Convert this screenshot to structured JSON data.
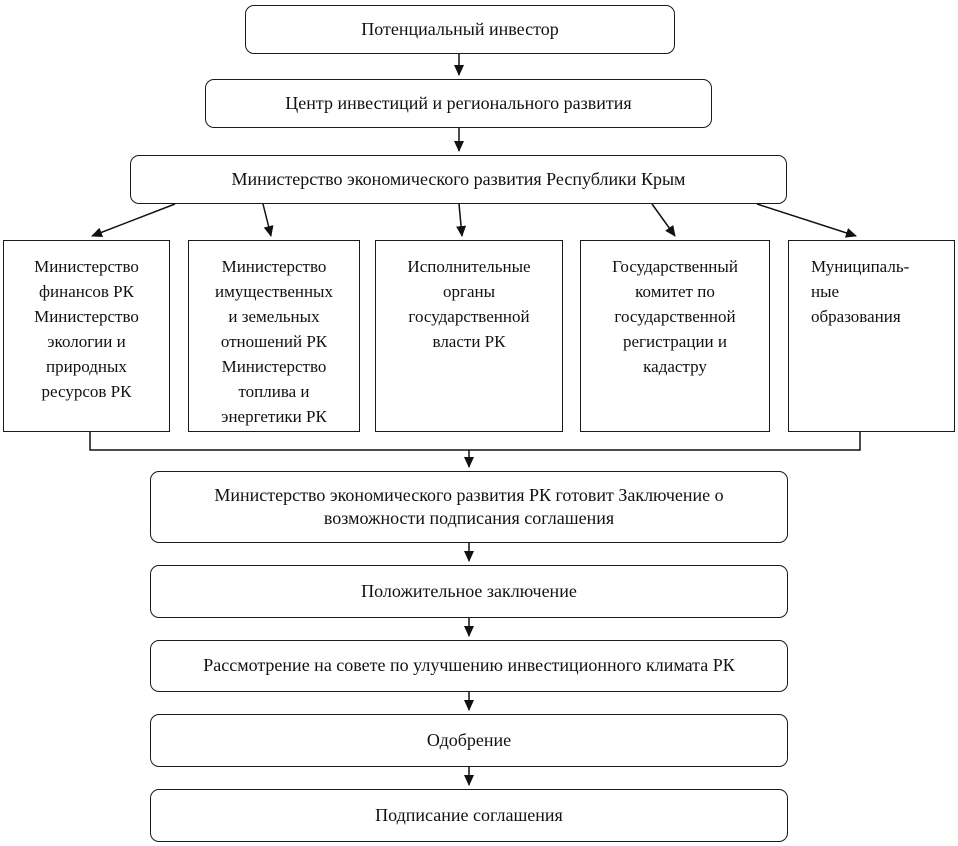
{
  "colors": {
    "background": "#ffffff",
    "border": "#1a1a1a",
    "text": "#111111",
    "arrow": "#111111"
  },
  "nodes": {
    "investor": {
      "label": "Потенциальный инвестор"
    },
    "center": {
      "label": "Центр инвестиций и регионального развития"
    },
    "minecon": {
      "label": "Министерство экономического развития Республики Крым"
    },
    "finance": {
      "label": "Министерство\nфинансов РК\nМинистерство\nэкологии и\nприродных\nресурсов РК"
    },
    "property": {
      "label": "Министерство\nимущественных\nи земельных\nотношений РК\nМинистерство\nтоплива и\nэнергетики РК"
    },
    "executive": {
      "label": "Исполнительные\nорганы\nгосударственной\nвласти РК"
    },
    "committee": {
      "label": "Государственный\nкомитет по\nгосударственной\nрегистрации и\nкадастру"
    },
    "municipal": {
      "label": "Муниципаль-\nные\nобразования"
    },
    "conclusion": {
      "label": "Министерство экономического развития РК готовит Заключение о\nвозможности подписания соглашения"
    },
    "positive": {
      "label": "Положительное заключение"
    },
    "council": {
      "label": "Рассмотрение на совете по улучшению инвестиционного климата РК"
    },
    "approval": {
      "label": "Одобрение"
    },
    "signing": {
      "label": "Подписание соглашения"
    }
  }
}
